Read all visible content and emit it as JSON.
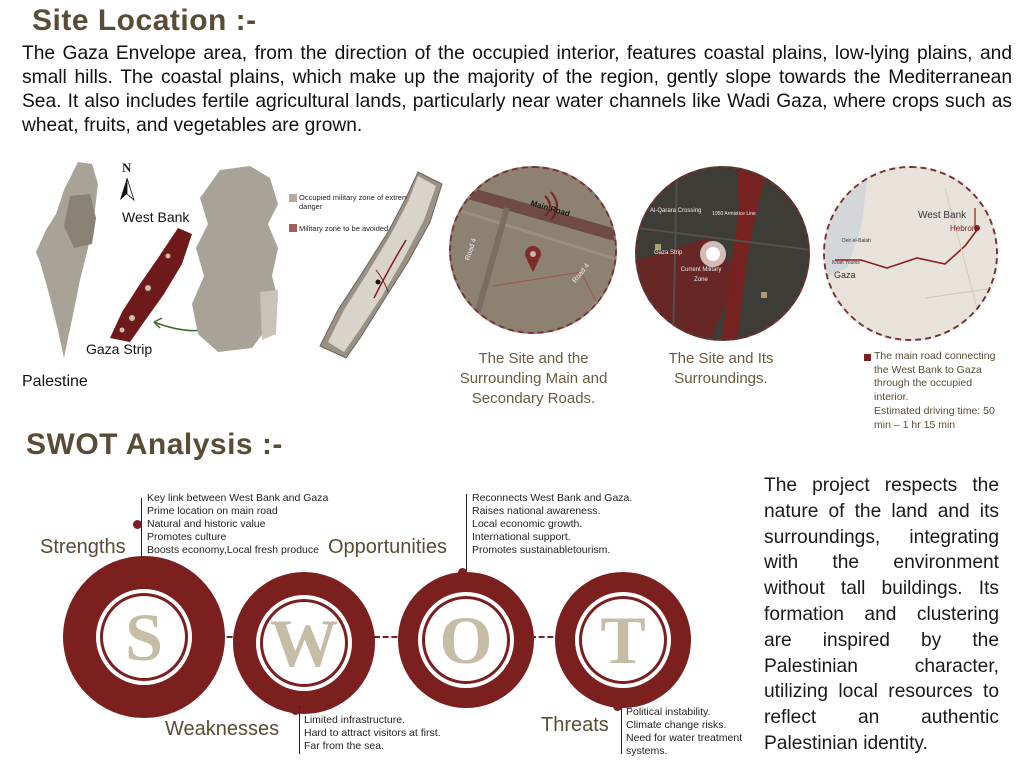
{
  "site_location": {
    "title": "Site Location :-",
    "description": "The Gaza Envelope area, from the direction of the occupied interior, features coastal plains, low-lying plains, and small hills. The coastal plains, which make up the majority of the region, gently slope towards the Mediterranean Sea. It also includes fertile agricultural lands, particularly near water channels like Wadi Gaza, where crops such as wheat, fruits, and vegetables are grown."
  },
  "maps": {
    "north_label": "N",
    "west_bank_label": "West Bank",
    "gaza_strip_label": "Gaza Strip",
    "palestine_label": "Palestine",
    "legend": [
      {
        "text": "Occupied military zone of extreme danger",
        "color": "#b4ab9e"
      },
      {
        "text": "Military zone to be avoided",
        "color": "#a0605a"
      }
    ],
    "circle1": {
      "road_label": "Main Road",
      "road2": "Road 4",
      "road3": "Road 4",
      "caption": "The Site and the Surrounding Main and Secondary Roads."
    },
    "circle2": {
      "label1": "Al-Qarara Crossing",
      "label2": "1950 Armistice Line",
      "label3": "Gaza Strip",
      "label4": "Current Military Zone",
      "caption": "The Site and Its Surroundings."
    },
    "circle3": {
      "west_bank": "West Bank",
      "hebron": "Hebron",
      "deir": "Deir el-Balah",
      "khan": "Khan Younis",
      "gaza": "Gaza",
      "caption": "The main road connecting the West Bank to Gaza through the occupied interior.",
      "driving_time": "Estimated driving time: 50 min – 1 hr 15 min"
    }
  },
  "swot": {
    "title": "SWOT Analysis :-",
    "letters": [
      "S",
      "W",
      "O",
      "T"
    ],
    "strengths": {
      "label": "Strengths",
      "items": [
        "Key link between West Bank and Gaza",
        "Prime location on main road",
        "Natural and historic value",
        "Promotes culture",
        "Boosts economy,Local fresh produce"
      ]
    },
    "opportunities": {
      "label": "Opportunities",
      "items": [
        "Reconnects West Bank and Gaza.",
        "Raises national awareness.",
        "Local economic growth.",
        "International support.",
        "Promotes sustainabletourism."
      ]
    },
    "weaknesses": {
      "label": "Weaknesses",
      "items": [
        "Limited infrastructure.",
        "Hard to attract visitors at first.",
        "Far from the sea."
      ]
    },
    "threats": {
      "label": "Threats",
      "items": [
        "Political instability.",
        "Climate change risks.",
        "Need for water treatment systems."
      ]
    }
  },
  "project_text": "The project respects the nature of the land and its surroundings, integrating with the environment without tall buildings. Its formation and clustering are inspired by the Palestinian character, utilizing local resources to reflect an authentic Palestinian identity.",
  "colors": {
    "maroon": "#7b1f1f",
    "title_brown": "#5a4b35",
    "caption_brown": "#6a5a3f",
    "map_grey": "#a9a296"
  }
}
